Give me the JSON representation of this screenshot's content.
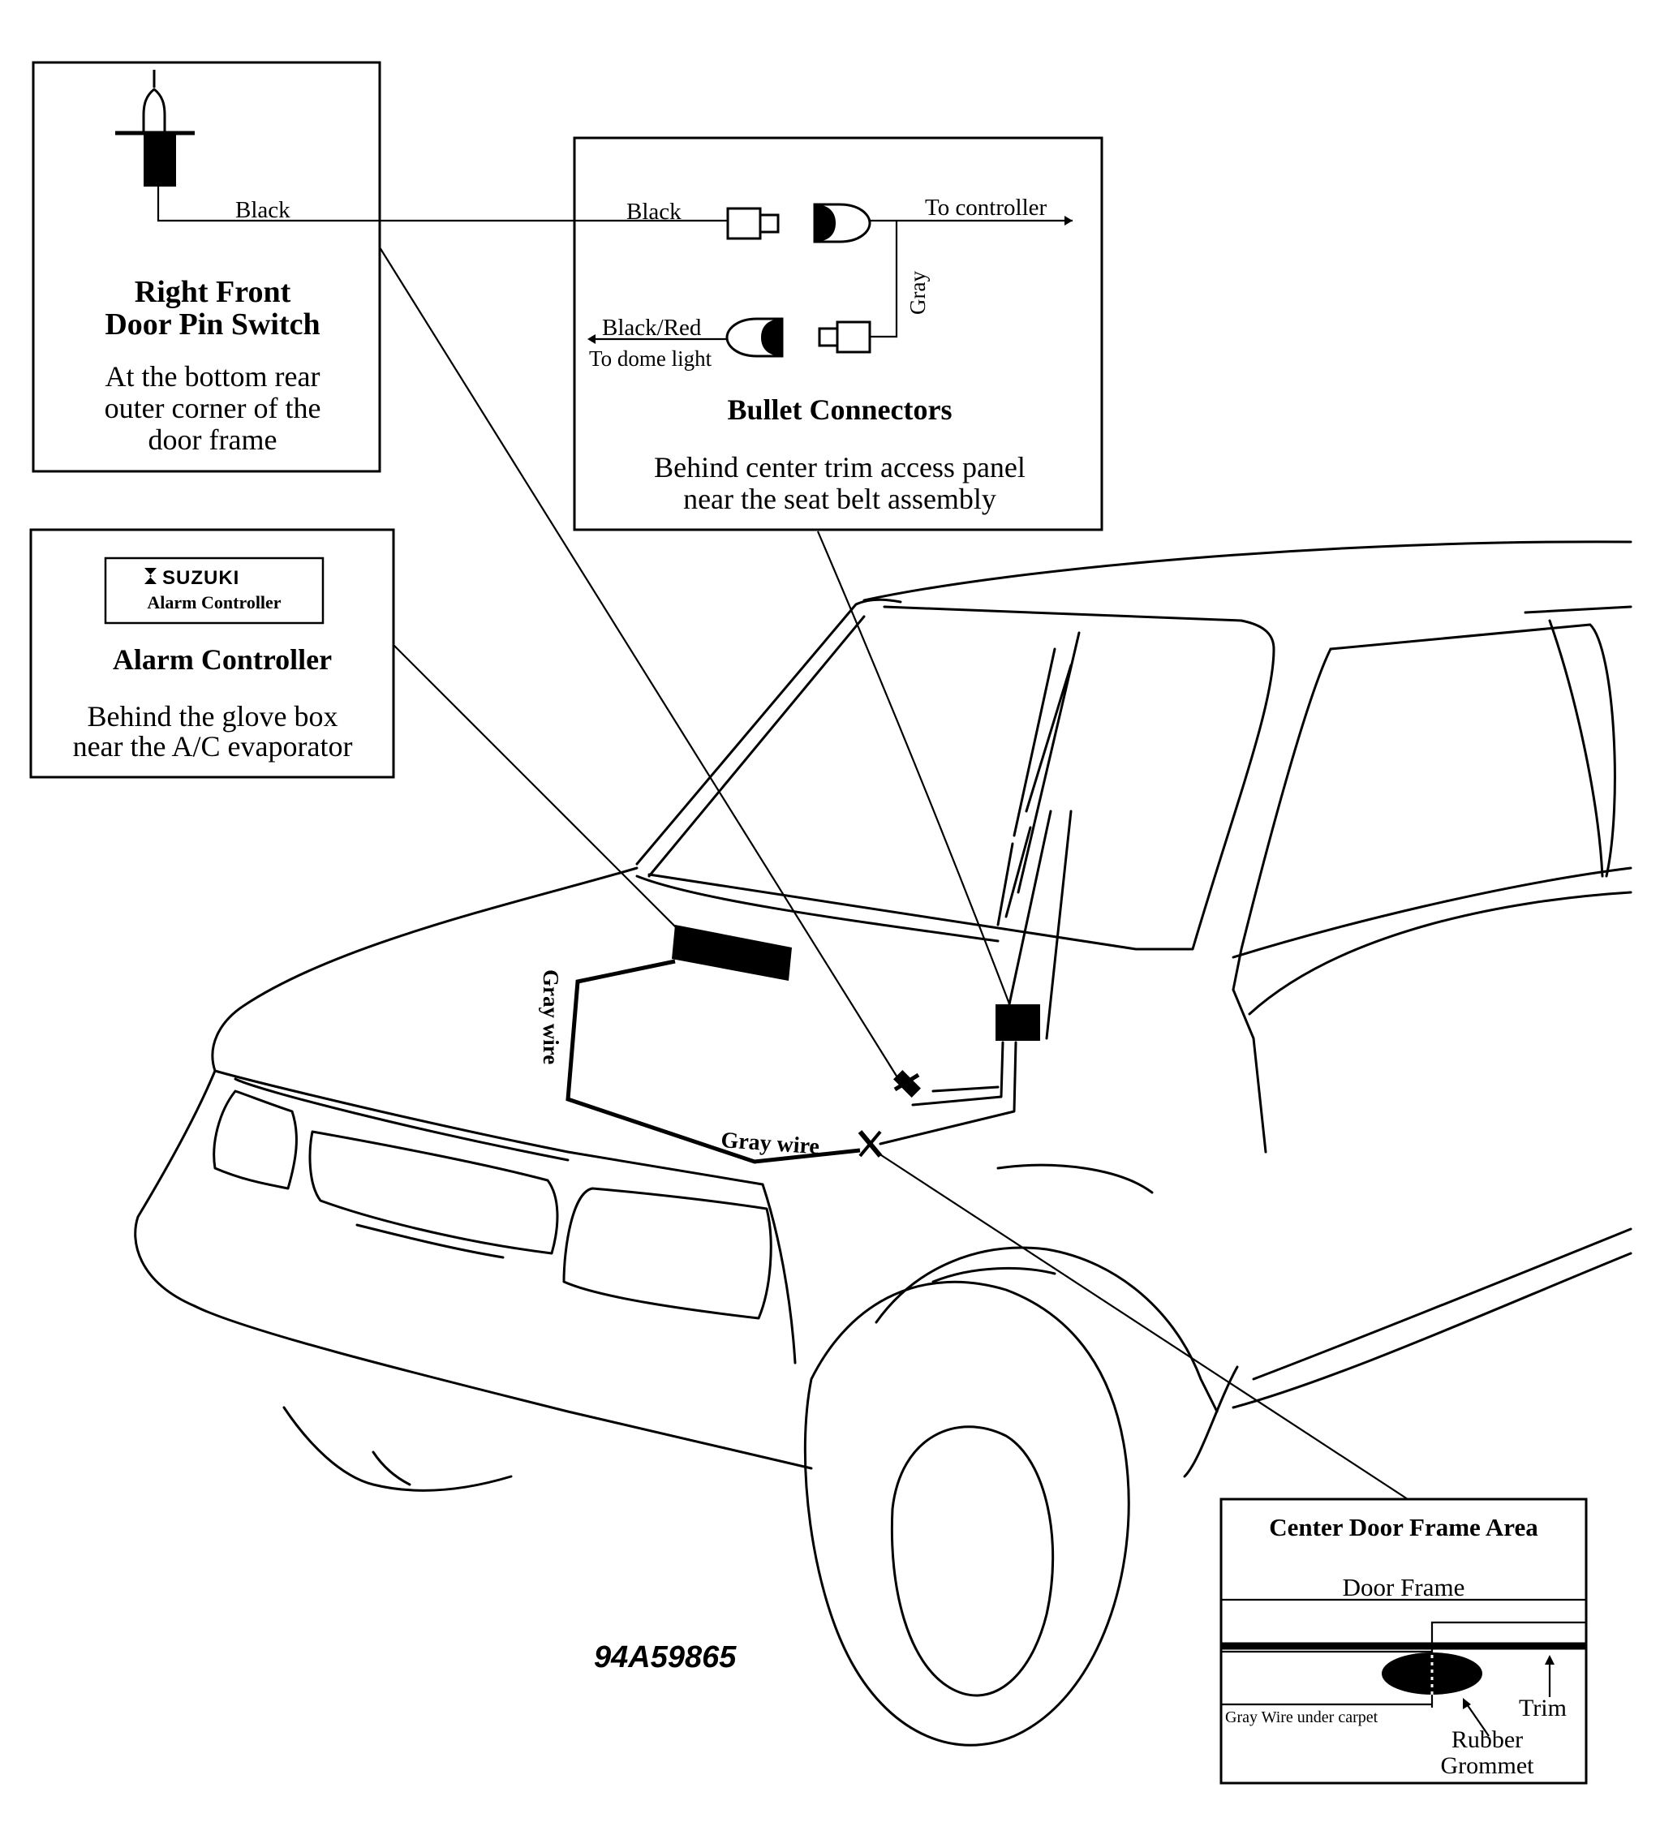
{
  "figure_id": "94A59865",
  "pin_switch": {
    "title_line1": "Right Front",
    "title_line2": "Door Pin Switch",
    "desc_line1": "At the bottom rear",
    "desc_line2": "outer corner of the",
    "desc_line3": "door frame",
    "wire_label": "Black"
  },
  "bullet": {
    "title": "Bullet Connectors",
    "desc_line1": "Behind center trim access panel",
    "desc_line2": "near the seat belt assembly",
    "black_label": "Black",
    "to_controller": "To controller",
    "gray_label": "Gray",
    "blackred_label": "Black/Red",
    "dome_label": "To dome light"
  },
  "controller": {
    "brand": "SUZUKI",
    "badge_label": "Alarm Controller",
    "title": "Alarm Controller",
    "desc_line1": "Behind the glove box",
    "desc_line2": "near the A/C evaporator"
  },
  "wires": {
    "gray_wire_vertical": "Gray wire",
    "gray_wire_floor": "Gray wire"
  },
  "door_frame": {
    "title": "Center Door Frame Area",
    "door_frame_label": "Door Frame",
    "gray_wire_label": "Gray Wire under carpet",
    "trim_label": "Trim",
    "grommet_line1": "Rubber",
    "grommet_line2": "Grommet"
  },
  "colors": {
    "ink": "#000000",
    "paper": "#ffffff"
  }
}
